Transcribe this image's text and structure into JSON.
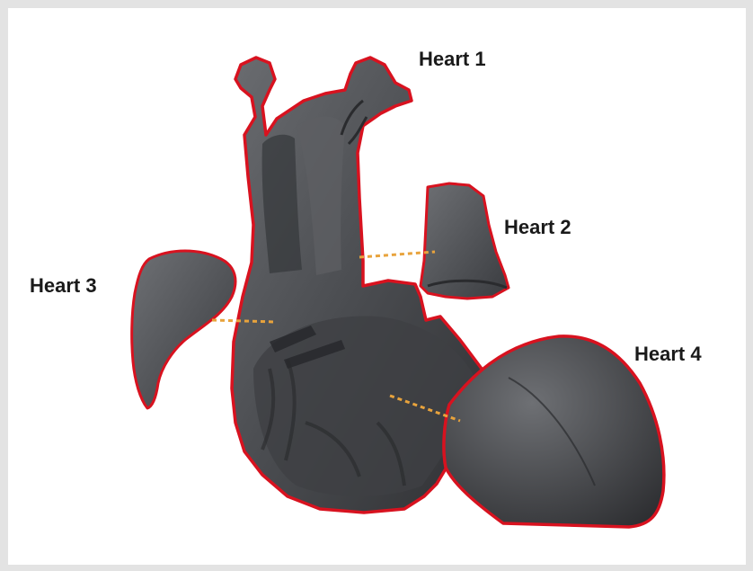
{
  "labels": {
    "heart1": "Heart 1",
    "heart2": "Heart 2",
    "heart3": "Heart 3",
    "heart4": "Heart 4"
  },
  "colors": {
    "outline": "#d8121f",
    "surface": "#4a4c50",
    "surface_dark": "#2f3033",
    "surface_light": "#6a6c70",
    "connector": "#e8a33c",
    "background": "#ffffff",
    "border": "#e3e3e3"
  }
}
